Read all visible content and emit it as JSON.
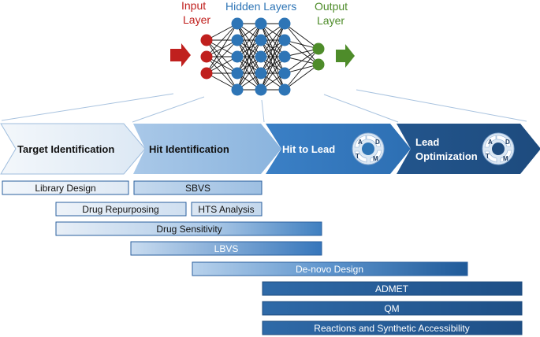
{
  "network": {
    "input_label_1": "Input",
    "input_label_2": "Layer",
    "hidden_label": "Hidden Layers",
    "output_label_1": "Output",
    "output_label_2": "Layer",
    "colors": {
      "input": "#c0201e",
      "hidden": "#2e75b6",
      "output": "#4e8c2a",
      "edge": "#111111"
    }
  },
  "stages": [
    {
      "label": "Target Identification"
    },
    {
      "label": "Hit Identification"
    },
    {
      "label_line1": "Hit to Lead",
      "cycle": [
        "A",
        "D",
        "T",
        "M"
      ]
    },
    {
      "label_line1": "Lead",
      "label_line2": "Optimization",
      "cycle": [
        "A",
        "D",
        "T",
        "M"
      ]
    }
  ],
  "tasks": [
    {
      "label": "Library Design"
    },
    {
      "label": "SBVS"
    },
    {
      "label": "Drug Repurposing"
    },
    {
      "label": "HTS Analysis"
    },
    {
      "label": "Drug Sensitivity"
    },
    {
      "label": "LBVS"
    },
    {
      "label": "De-novo Design"
    },
    {
      "label": "ADMET"
    },
    {
      "label": "QM"
    },
    {
      "label": "Reactions and Synthetic Accessibility"
    }
  ]
}
